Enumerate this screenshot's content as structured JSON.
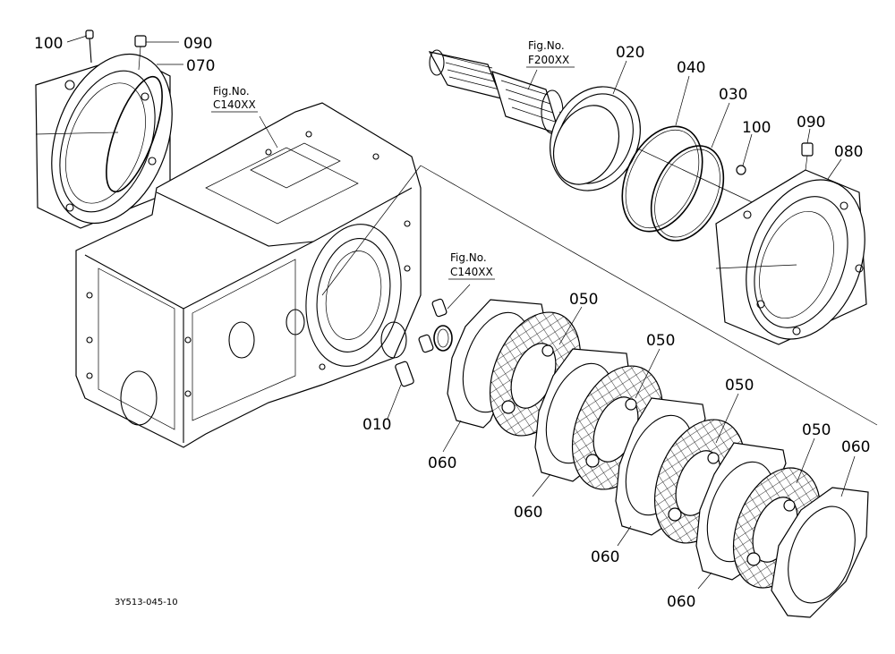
{
  "callouts": [
    {
      "id": "c100a",
      "text": "100"
    },
    {
      "id": "c090a",
      "text": "090"
    },
    {
      "id": "c070",
      "text": "070"
    },
    {
      "id": "c020",
      "text": "020"
    },
    {
      "id": "c040",
      "text": "040"
    },
    {
      "id": "c030",
      "text": "030"
    },
    {
      "id": "c100b",
      "text": "100"
    },
    {
      "id": "c090b",
      "text": "090"
    },
    {
      "id": "c080",
      "text": "080"
    },
    {
      "id": "c010",
      "text": "010"
    },
    {
      "id": "c050a",
      "text": "050"
    },
    {
      "id": "c050b",
      "text": "050"
    },
    {
      "id": "c050c",
      "text": "050"
    },
    {
      "id": "c050d",
      "text": "050"
    },
    {
      "id": "c060a",
      "text": "060"
    },
    {
      "id": "c060b",
      "text": "060"
    },
    {
      "id": "c060c",
      "text": "060"
    },
    {
      "id": "c060d",
      "text": "060"
    },
    {
      "id": "c060e",
      "text": "060"
    }
  ],
  "fig_refs": [
    {
      "id": "f1",
      "label": "Fig.No.",
      "ref": "C140XX"
    },
    {
      "id": "f2",
      "label": "Fig.No.",
      "ref": "F200XX"
    },
    {
      "id": "f3",
      "label": "Fig.No.",
      "ref": "C140XX"
    }
  ],
  "drawing_code": "3Y513-045-10"
}
